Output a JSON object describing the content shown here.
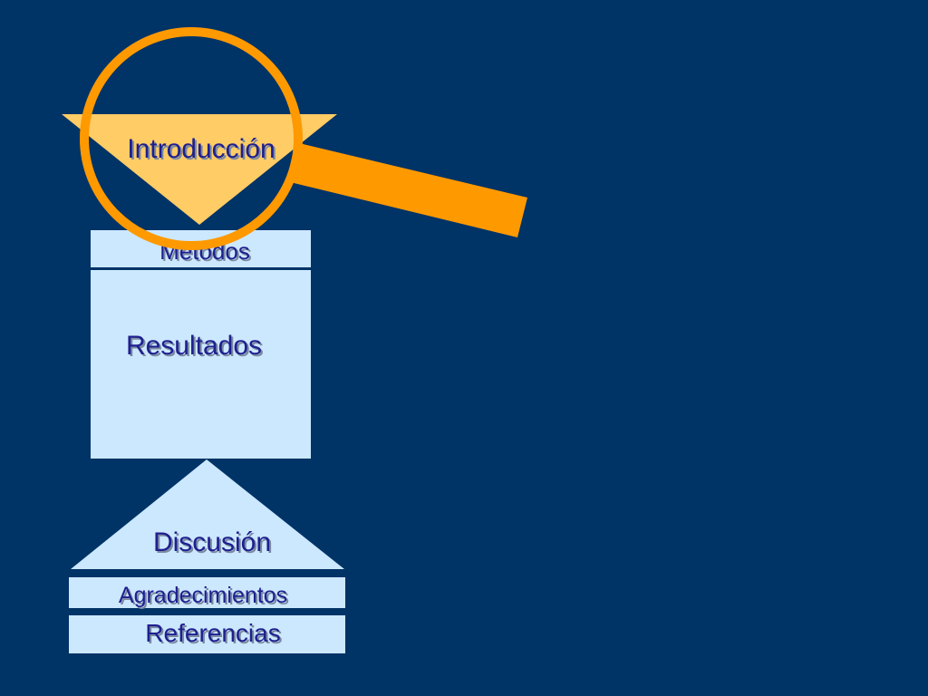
{
  "diagram": {
    "sections": {
      "introduccion": "Introducción",
      "metodos": "Métodos",
      "resultados": "Resultados",
      "discusion": "Discusión",
      "agradecimientos": "Agradecimientos",
      "referencias": "Referencias"
    },
    "magnifier": {
      "icon": "magnifying-glass-icon",
      "color": "#FF9900"
    },
    "colors": {
      "background": "#003366",
      "box_fill": "#CCE8FF",
      "intro_fill": "#FFCC66",
      "text": "#1F1F8F"
    }
  }
}
